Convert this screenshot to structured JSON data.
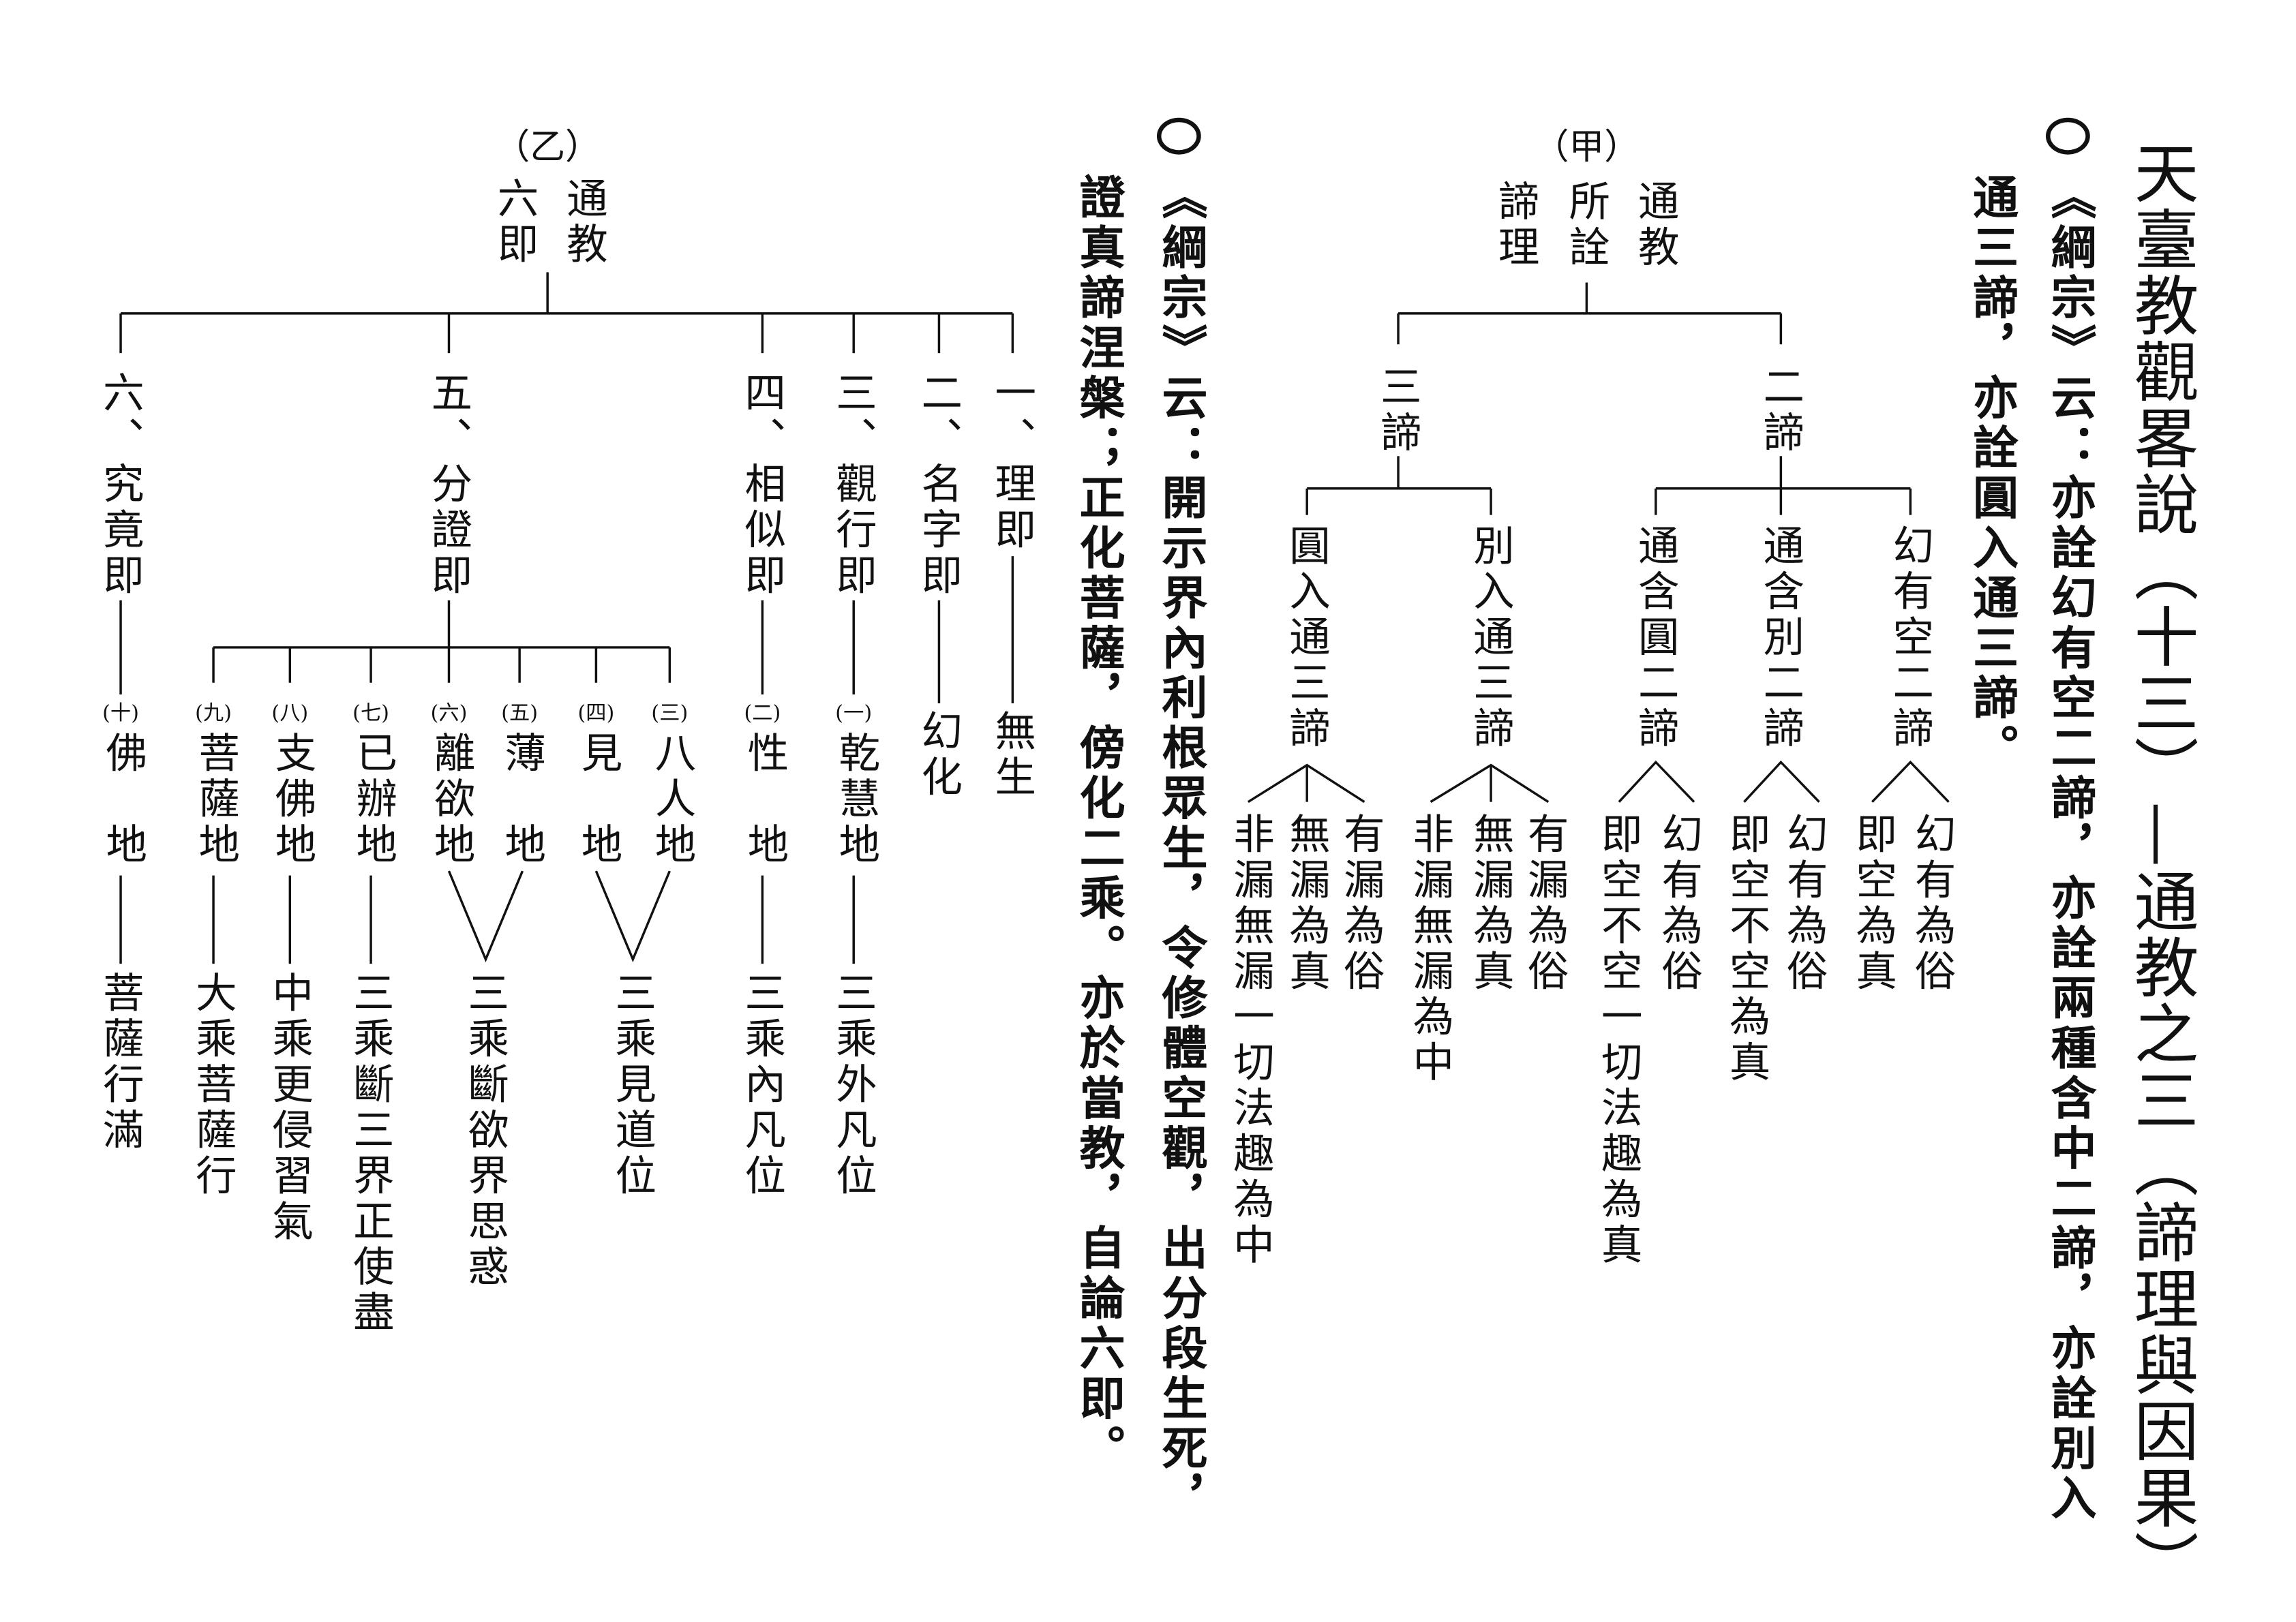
{
  "title": "天臺教觀畧說（十三）—通教之三（諦理與因果）",
  "note1": [
    "《綱宗》云：亦詮幻有空二諦，亦詮兩種含中二諦，亦詮別入",
    "通三諦，亦詮圓入通三諦。"
  ],
  "note2": [
    "《綱宗》云：開示界內利根眾生，令修體空觀，出分段生死，",
    "證真諦涅槃；正化菩薩，傍化二乘。亦於當教，自論六即。"
  ],
  "tree_a": {
    "label": "（甲）",
    "header": [
      "通教",
      "所詮",
      "諦理"
    ],
    "two": {
      "label": "二諦",
      "children": [
        {
          "label": "幻有空二諦",
          "leaves": [
            "幻有為俗",
            "即空為真"
          ]
        },
        {
          "label": "通含別二諦",
          "leaves": [
            "幻有為俗",
            "即空不空為真"
          ]
        },
        {
          "label": "通含圓二諦",
          "leaves": [
            "幻有為俗",
            "即空不空一切法趣為真"
          ]
        }
      ]
    },
    "three": {
      "label": "三諦",
      "children": [
        {
          "label": "別入通三諦",
          "leaves": [
            "有漏為俗",
            "無漏為真",
            "非漏無漏為中"
          ]
        },
        {
          "label": "圓入通三諦",
          "leaves": [
            "有漏為俗",
            "無漏為真",
            "非漏無漏一切法趣為中"
          ]
        }
      ]
    }
  },
  "tree_b": {
    "label": "（乙）",
    "header": [
      "通教",
      "六即"
    ],
    "items": [
      {
        "label": "一、理即",
        "leaf": "無生"
      },
      {
        "label": "二、名字即",
        "leaf": "幻化"
      },
      {
        "label": "三、觀行即",
        "num": "(一)",
        "stage": "乾慧地",
        "result": "三乘外凡位"
      },
      {
        "label": "四、相似即",
        "num": "(二)",
        "stage": "性　地",
        "result": "三乘內凡位"
      },
      {
        "label": "五、分證即",
        "stages": [
          {
            "num": "(三)",
            "stage": "八人地"
          },
          {
            "num": "(四)",
            "stage": "見　地"
          },
          {
            "num": "(五)",
            "stage": "薄　地"
          },
          {
            "num": "(六)",
            "stage": "離欲地"
          },
          {
            "num": "(七)",
            "stage": "已辦地",
            "result": "三乘斷三界正使盡"
          },
          {
            "num": "(八)",
            "stage": "支佛地",
            "result": "中乘更侵習氣"
          },
          {
            "num": "(九)",
            "stage": "菩薩地",
            "result": "大乘菩薩行"
          }
        ],
        "results": [
          "三乘見道位",
          "三乘斷欲界思惑"
        ]
      },
      {
        "label": "六、究竟即",
        "num": "(十)",
        "stage": "佛　地",
        "result": "菩薩行滿"
      }
    ]
  }
}
